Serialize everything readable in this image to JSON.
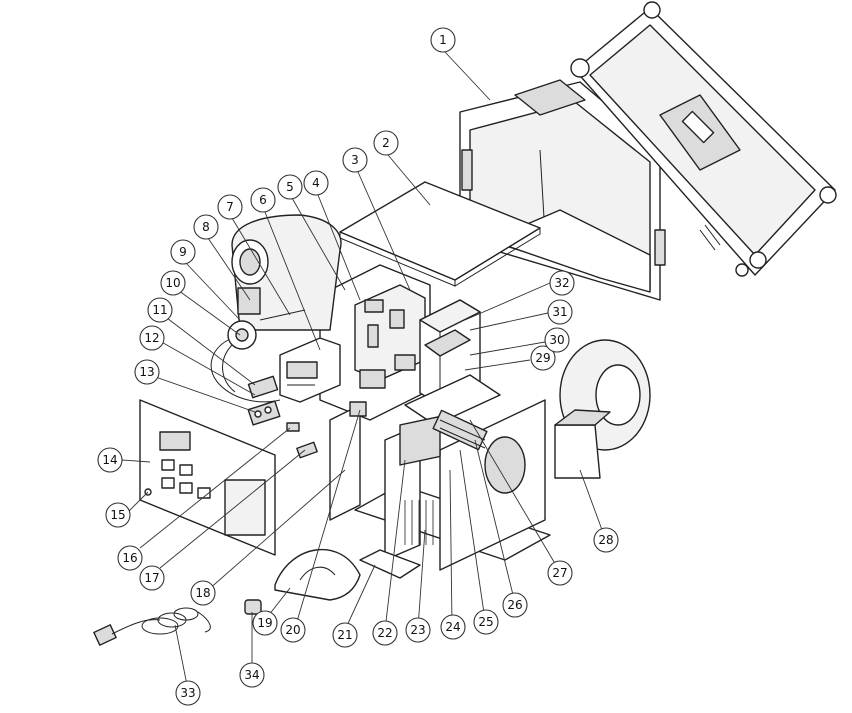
{
  "callouts": [
    "1",
    "2",
    "3",
    "4",
    "5",
    "6",
    "7",
    "8",
    "9",
    "10",
    "11",
    "12",
    "13",
    "14",
    "15",
    "16",
    "17",
    "18",
    "19",
    "20",
    "21",
    "22",
    "23",
    "24",
    "25",
    "26",
    "27",
    "28",
    "29",
    "30",
    "31",
    "32",
    "33",
    "34"
  ],
  "colors": {
    "line": "#222222",
    "background": "#ffffff"
  }
}
